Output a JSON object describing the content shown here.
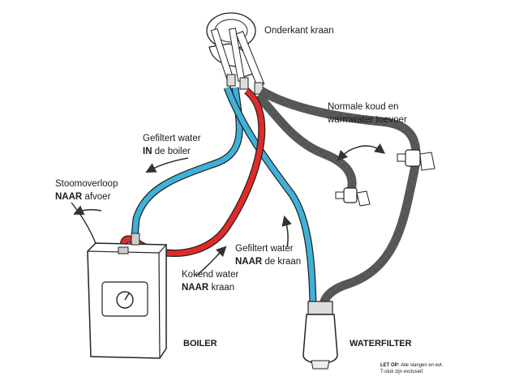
{
  "labels": {
    "tap_bottom": "Onderkant kraan",
    "supply_line1": "Normale koud en",
    "supply_line2": "warmwater toevoer",
    "filtered_in_line1": "Gefiltert water",
    "filtered_in_bold": "IN",
    "filtered_in_rest": "de boiler",
    "overflow_line1": "Stoomoverloop",
    "overflow_bold": "NAAR",
    "overflow_rest": "afvoer",
    "filtered_to_tap_line1": "Gefiltert water",
    "filtered_to_tap_bold": "NAAR",
    "filtered_to_tap_rest": "de kraan",
    "boiling_line1": "Kokend water",
    "boiling_bold": "NAAR",
    "boiling_rest": "kraan",
    "boiler_caption": "BOILER",
    "filter_caption": "WATERFILTER",
    "note_bold": "LET OP:",
    "note_line1": "Alle slangen en evt.",
    "note_line2": "T-stuk zijn exclusief."
  },
  "colors": {
    "hot_pipe": "#e02b2b",
    "cold_pipe": "#3fb1d9",
    "braided_hose": "#8a8a8a",
    "outline": "#222222"
  }
}
